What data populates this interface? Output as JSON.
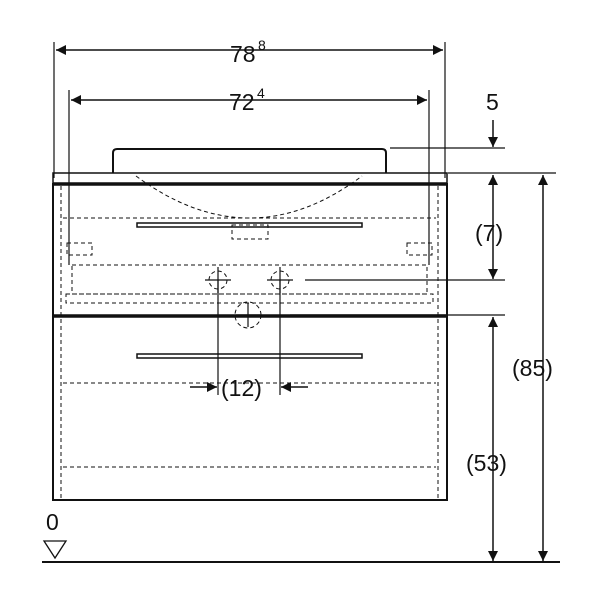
{
  "dimensions": {
    "overall_width": {
      "main": "78",
      "sup": "8"
    },
    "inner_width": {
      "main": "72",
      "sup": "4"
    },
    "basin_height": "5",
    "drawer_top_offset": "(7)",
    "total_height": "(85)",
    "lower_height": "(53)",
    "drain_spacing": "(12)",
    "floor_level": "0"
  },
  "colors": {
    "line": "#111111",
    "background": "#ffffff"
  }
}
